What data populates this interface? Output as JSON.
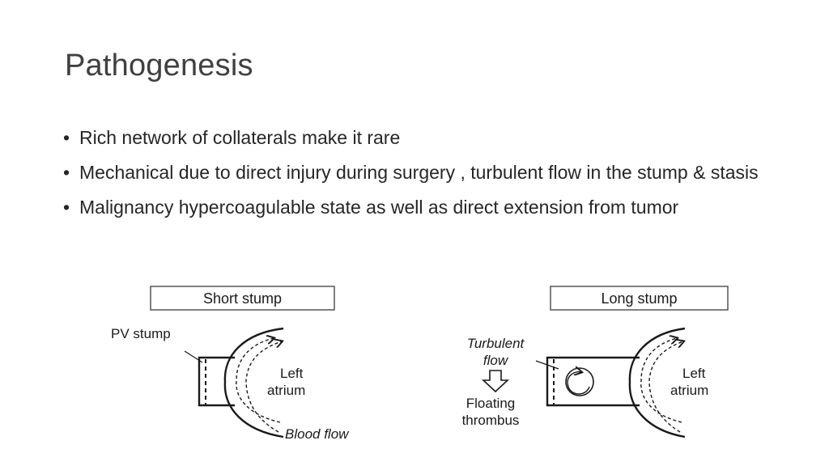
{
  "slide": {
    "title": "Pathogenesis",
    "bullets": [
      {
        "bullet": "•",
        "text": "Rich network of collaterals make it rare"
      },
      {
        "bullet": "•",
        "text": "Mechanical due to direct injury during surgery , turbulent flow in the stump & stasis"
      },
      {
        "bullet": "•",
        "text": "Malignancy hypercoagulable state as well as direct extension from tumor"
      }
    ]
  },
  "figure": {
    "left_panel": {
      "heading": "Short stump",
      "label_pv_stump": "PV stump",
      "label_left_atrium_1": "Left",
      "label_left_atrium_2": "atrium",
      "label_blood_flow": "Blood flow"
    },
    "right_panel": {
      "heading": "Long stump",
      "label_turbulent_1": "Turbulent",
      "label_turbulent_2": "flow",
      "label_floating_1": "Floating",
      "label_floating_2": "thrombus",
      "label_left_atrium_1": "Left",
      "label_left_atrium_2": "atrium"
    }
  }
}
